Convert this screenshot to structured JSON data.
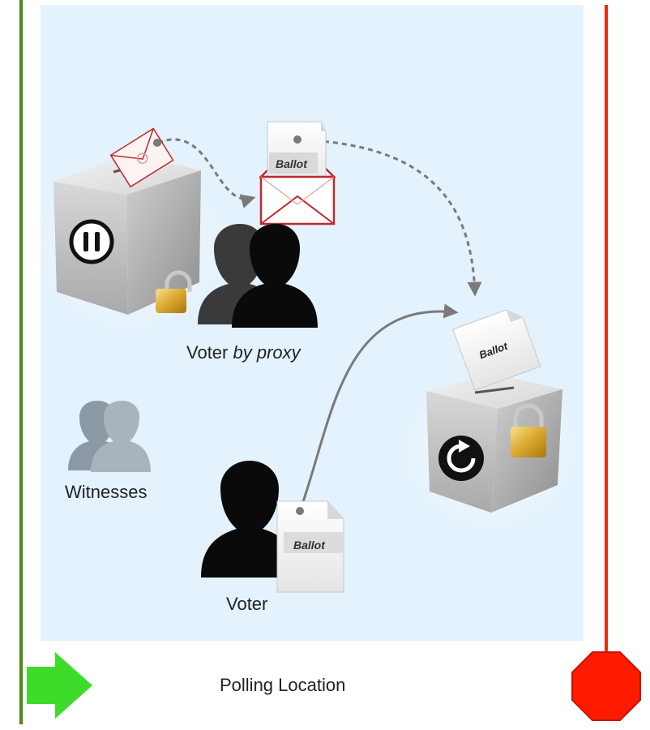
{
  "labels": {
    "voter_proxy_prefix": "Voter",
    "voter_proxy_suffix": "by proxy",
    "witnesses": "Witnesses",
    "voter": "Voter",
    "polling_location": "Polling Location",
    "ballot": "Ballot"
  },
  "colors": {
    "area_background": "#e3f2fd",
    "start_line": "#4a8a12",
    "end_line": "#f22a0c",
    "start_arrow": "#3ddc2a",
    "stop_sign": "#ff1a00",
    "envelope_red": "#c0282c"
  },
  "icons": {
    "paused_ballot_box": "pause-icon",
    "active_ballot_box": "refresh-icon",
    "lock": "padlock-icon",
    "start": "green-arrow-icon",
    "end": "stop-sign-icon"
  }
}
